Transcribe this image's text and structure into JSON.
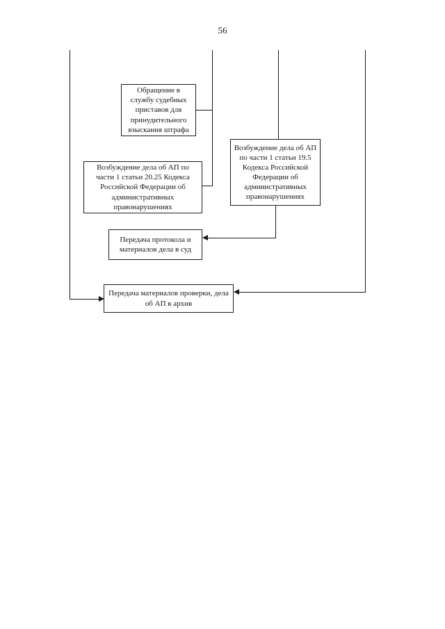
{
  "page": {
    "number": "56"
  },
  "colors": {
    "ink": "#1a1a1a",
    "background": "#ffffff"
  },
  "flowchart": {
    "boxes": [
      {
        "id": "bailiffs-request",
        "text": "Обращение в службу судебных приставов для принудительного взыскания штрафа"
      },
      {
        "id": "case-article-2025",
        "text": "Возбуждение дела об АП по части 1 статьи 20.25 Кодекса Российской Федерации об административных правонарушениях"
      },
      {
        "id": "case-article-195",
        "text": "Возбуждение дела об АП по части 1 статьи 19.5 Кодекса Российской Федерации об административных правонарушениях"
      },
      {
        "id": "protocol-to-court",
        "text": "Передача протокола и материалов дела в суд"
      },
      {
        "id": "materials-to-archive",
        "text": "Передача материалов проверки, дела об АП в архив"
      }
    ]
  }
}
